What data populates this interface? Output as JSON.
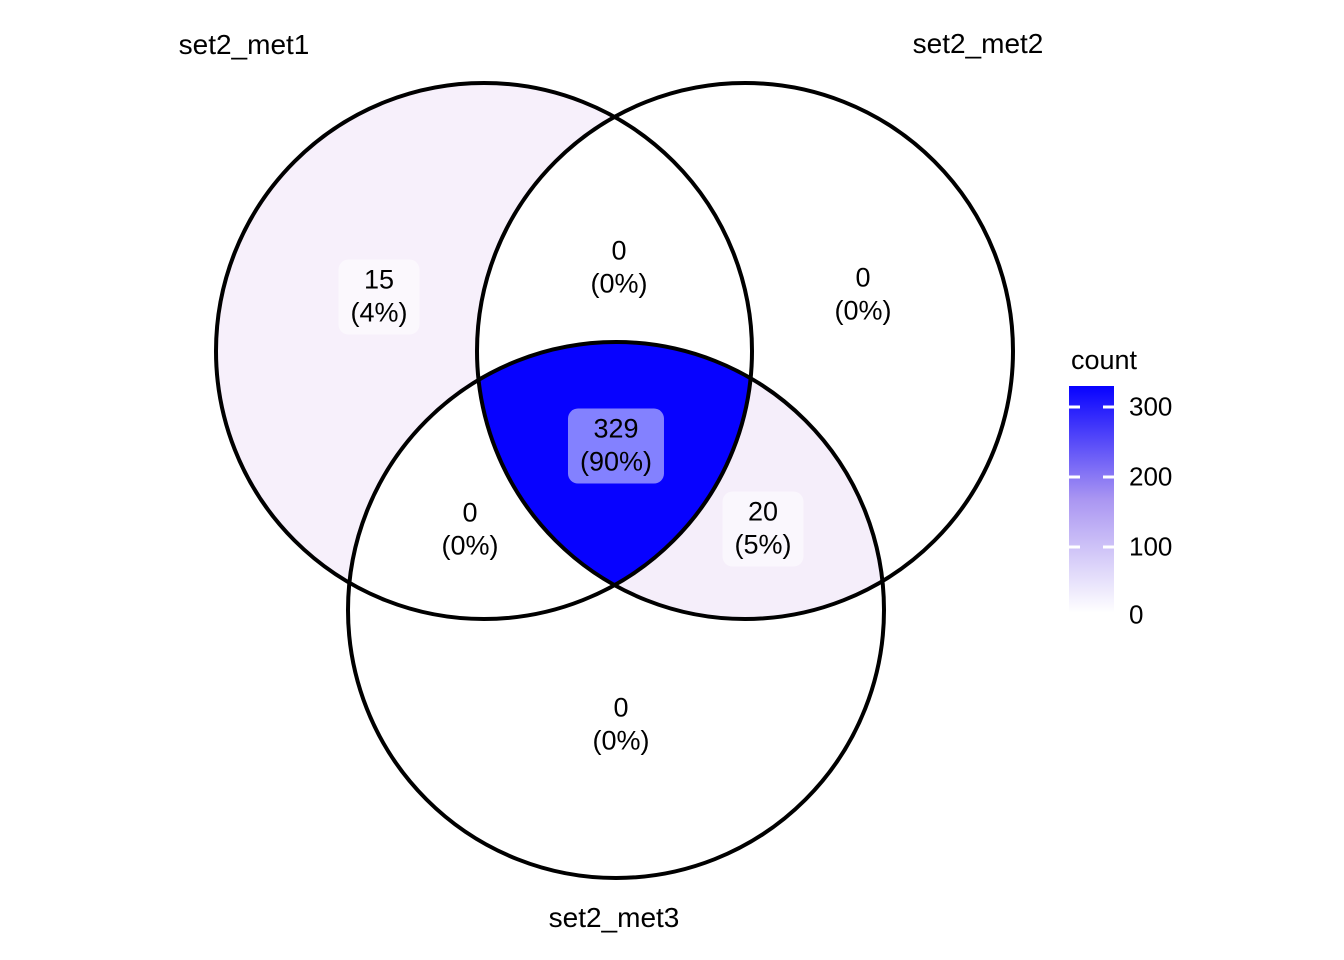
{
  "venn": {
    "set_labels": [
      {
        "label": "set2_met1"
      },
      {
        "label": "set2_met2"
      },
      {
        "label": "set2_met3"
      }
    ],
    "regions": {
      "a_only": {
        "count": "15",
        "percent": "(4%)"
      },
      "ab": {
        "count": "0",
        "percent": "(0%)"
      },
      "b_only": {
        "count": "0",
        "percent": "(0%)"
      },
      "abc": {
        "count": "329",
        "percent": "(90%)"
      },
      "ac": {
        "count": "0",
        "percent": "(0%)"
      },
      "bc": {
        "count": "20",
        "percent": "(5%)"
      },
      "c_only": {
        "count": "0",
        "percent": "(0%)"
      }
    }
  },
  "legend": {
    "title": "count",
    "ticks": [
      "300",
      "200",
      "100",
      "0"
    ]
  },
  "colors": {
    "high": "#0702FF",
    "grad_mid": "#AA96F2",
    "low": "#FFFFFF",
    "fill_a_only": "#F7F0FB",
    "fill_bc": "#F5EEFA",
    "outline": "#000000",
    "tick_mark": "#FFFFFF"
  },
  "chart_data": {
    "type": "venn",
    "title": "",
    "sets": [
      "set2_met1",
      "set2_met2",
      "set2_met3"
    ],
    "regions": [
      {
        "sets": [
          "set2_met1"
        ],
        "count": 15,
        "percent": "4%"
      },
      {
        "sets": [
          "set2_met2"
        ],
        "count": 0,
        "percent": "0%"
      },
      {
        "sets": [
          "set2_met3"
        ],
        "count": 0,
        "percent": "0%"
      },
      {
        "sets": [
          "set2_met1",
          "set2_met2"
        ],
        "count": 0,
        "percent": "0%"
      },
      {
        "sets": [
          "set2_met1",
          "set2_met3"
        ],
        "count": 0,
        "percent": "0%"
      },
      {
        "sets": [
          "set2_met2",
          "set2_met3"
        ],
        "count": 20,
        "percent": "5%"
      },
      {
        "sets": [
          "set2_met1",
          "set2_met2",
          "set2_met3"
        ],
        "count": 329,
        "percent": "90%"
      }
    ],
    "legend": {
      "title": "count",
      "min": 0,
      "max": 329,
      "ticks": [
        0,
        100,
        200,
        300
      ],
      "low_color": "#FFFFFF",
      "high_color": "#0702FF",
      "position": "right"
    }
  }
}
